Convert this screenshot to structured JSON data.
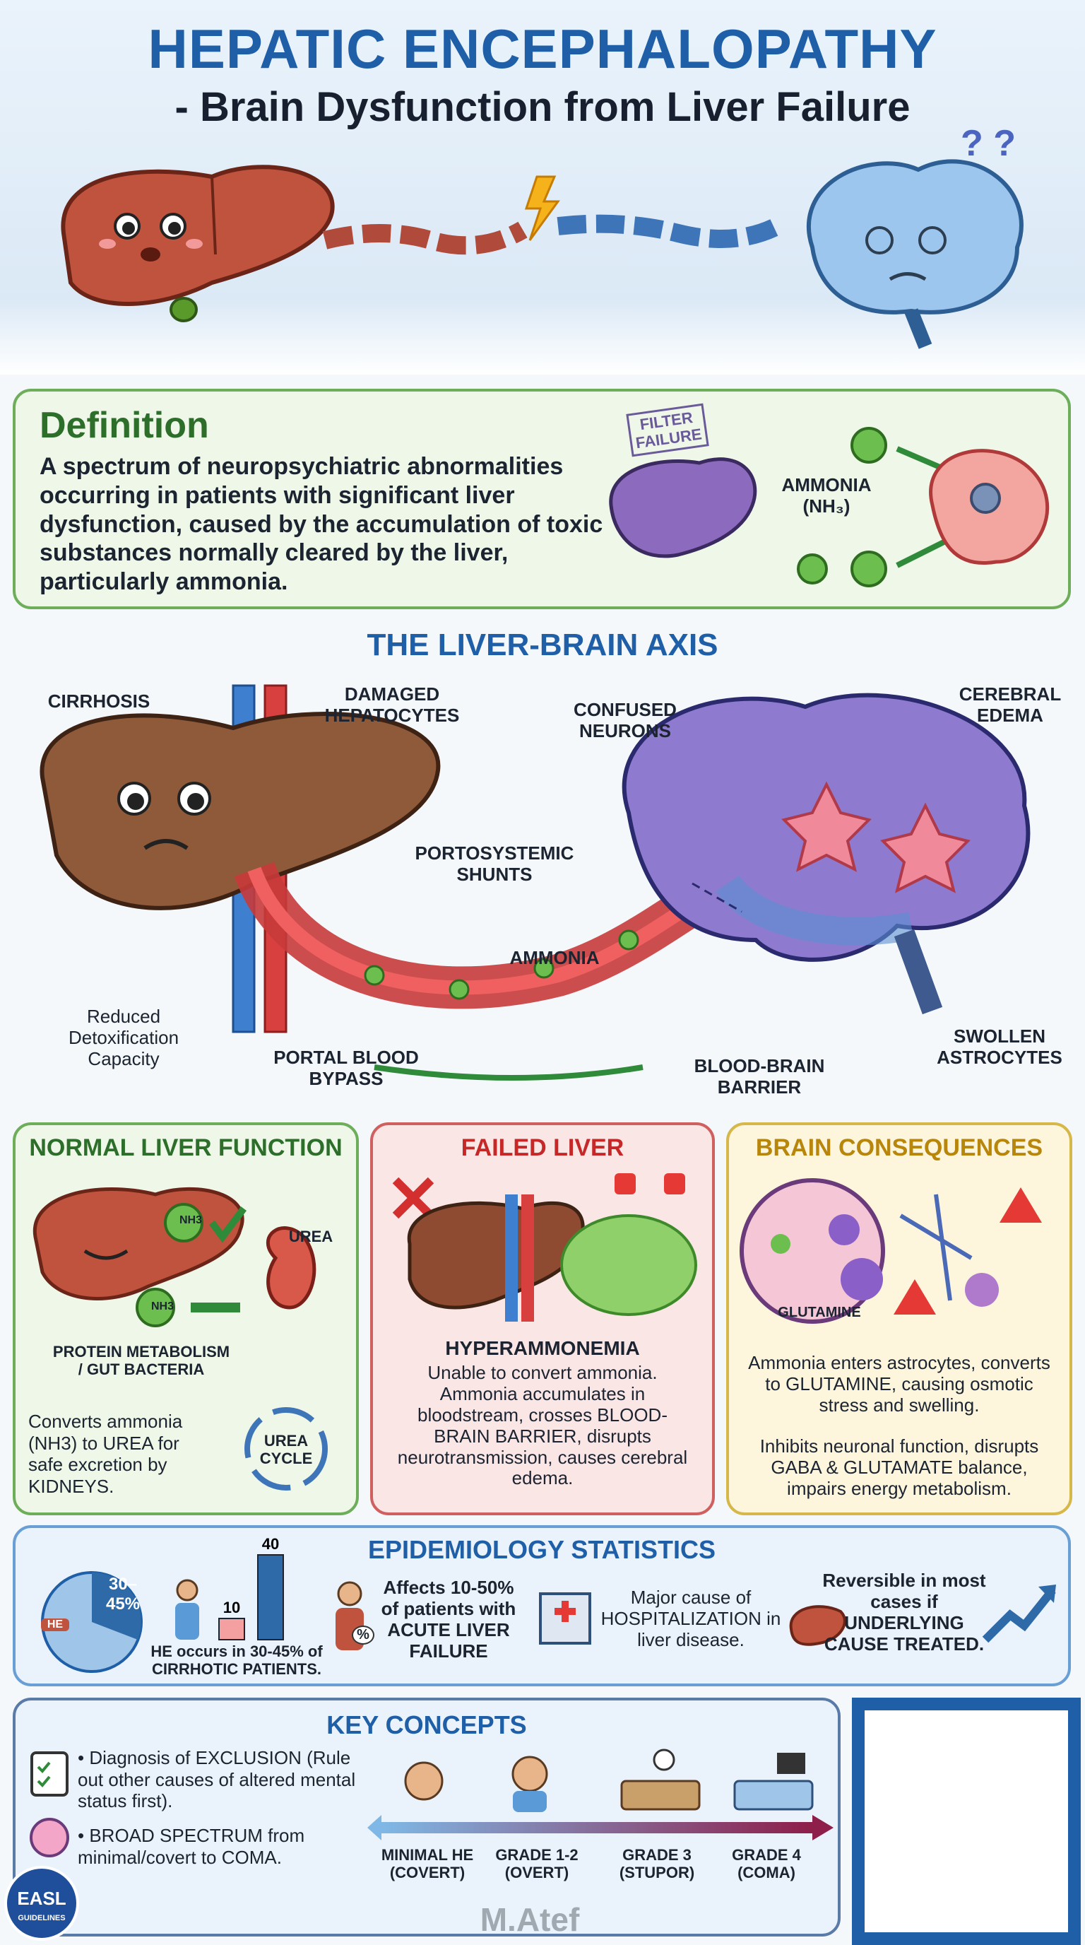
{
  "header": {
    "title": "HEPATIC ENCEPHALOPATHY",
    "subtitle": "- Brain Dysfunction from Liver Failure"
  },
  "definition": {
    "heading": "Definition",
    "body": "A spectrum of neuropsychiatric abnormalities occurring in patients with significant liver dysfunction, caused by the accumulation of toxic substances normally cleared by the liver, particularly ammonia.",
    "stamp": "FILTER FAILURE",
    "ammonia_label": "AMMONIA (NH₃)"
  },
  "axis": {
    "heading": "THE LIVER-BRAIN AXIS",
    "labels": {
      "cirrhosis": "CIRRHOSIS",
      "damaged": "DAMAGED HEPATOCYTES",
      "confused": "CONFUSED NEURONS",
      "edema": "CEREBRAL EDEMA",
      "shunts": "PORTOSYSTEMIC SHUNTS",
      "ammonia": "AMMONIA",
      "reduced": "Reduced Detoxification Capacity",
      "portal": "PORTAL BLOOD BYPASS",
      "bbb": "BLOOD-BRAIN BARRIER",
      "astro": "SWOLLEN ASTROCYTES"
    }
  },
  "normal": {
    "heading": "NORMAL LIVER FUNCTION",
    "urea": "UREA",
    "nh3": "NH3",
    "protein": "PROTEIN METABOLISM / GUT BACTERIA",
    "body": "Converts ammonia (NH3) to UREA for safe excretion by KIDNEYS.",
    "cycle": "UREA CYCLE"
  },
  "failed": {
    "heading": "FAILED LIVER",
    "sub": "HYPERAMMONEMIA",
    "body": "Unable to convert ammonia. Ammonia accumulates in bloodstream, crosses BLOOD-BRAIN BARRIER, disrupts neurotransmission, causes cerebral edema."
  },
  "brain": {
    "heading": "BRAIN CONSEQUENCES",
    "glutamine": "GLUTAMINE",
    "body1": "Ammonia enters astrocytes, converts to GLUTAMINE, causing osmotic stress and swelling.",
    "body2": "Inhibits neuronal function, disrupts GABA & GLUTAMATE balance, impairs energy metabolism."
  },
  "epi": {
    "heading": "EPIDEMIOLOGY STATISTICS",
    "pie_label": "30– 45%",
    "bar_low": "10",
    "bar_high": "40",
    "he_badge": "HE",
    "stat1": "HE occurs in 30-45% of CIRRHOTIC PATIENTS.",
    "stat2": "Affects 10-50% of patients with ACUTE LIVER FAILURE",
    "pct": "%",
    "stat3": "Major cause of HOSPITALIZATION in liver disease.",
    "stat4": "Reversible in most cases if UNDERLYING CAUSE TREATED."
  },
  "chart_data": {
    "type": "bar",
    "categories": [
      "",
      ""
    ],
    "values": [
      10,
      40
    ]
  },
  "key": {
    "heading": "KEY CONCEPTS",
    "b1": "• Diagnosis of EXCLUSION (Rule out other causes of altered mental status first).",
    "b2": "• BROAD SPECTRUM from minimal/covert to COMA.",
    "grades": [
      {
        "label": "MINIMAL HE (COVERT)"
      },
      {
        "label": "GRADE 1-2 (OVERT)"
      },
      {
        "label": "GRADE 3 (STUPOR)"
      },
      {
        "label": "GRADE 4 (COMA)"
      }
    ],
    "logo": "EASL",
    "logo_sub": "GUIDELINES"
  },
  "footer": {
    "author": "M.Atef"
  },
  "colors": {
    "blue": "#1f5fa8",
    "green": "#2e7d32",
    "red": "#c62828",
    "gold": "#b8860b",
    "liver": "#b5503a",
    "brain": "#8ab8e8"
  }
}
